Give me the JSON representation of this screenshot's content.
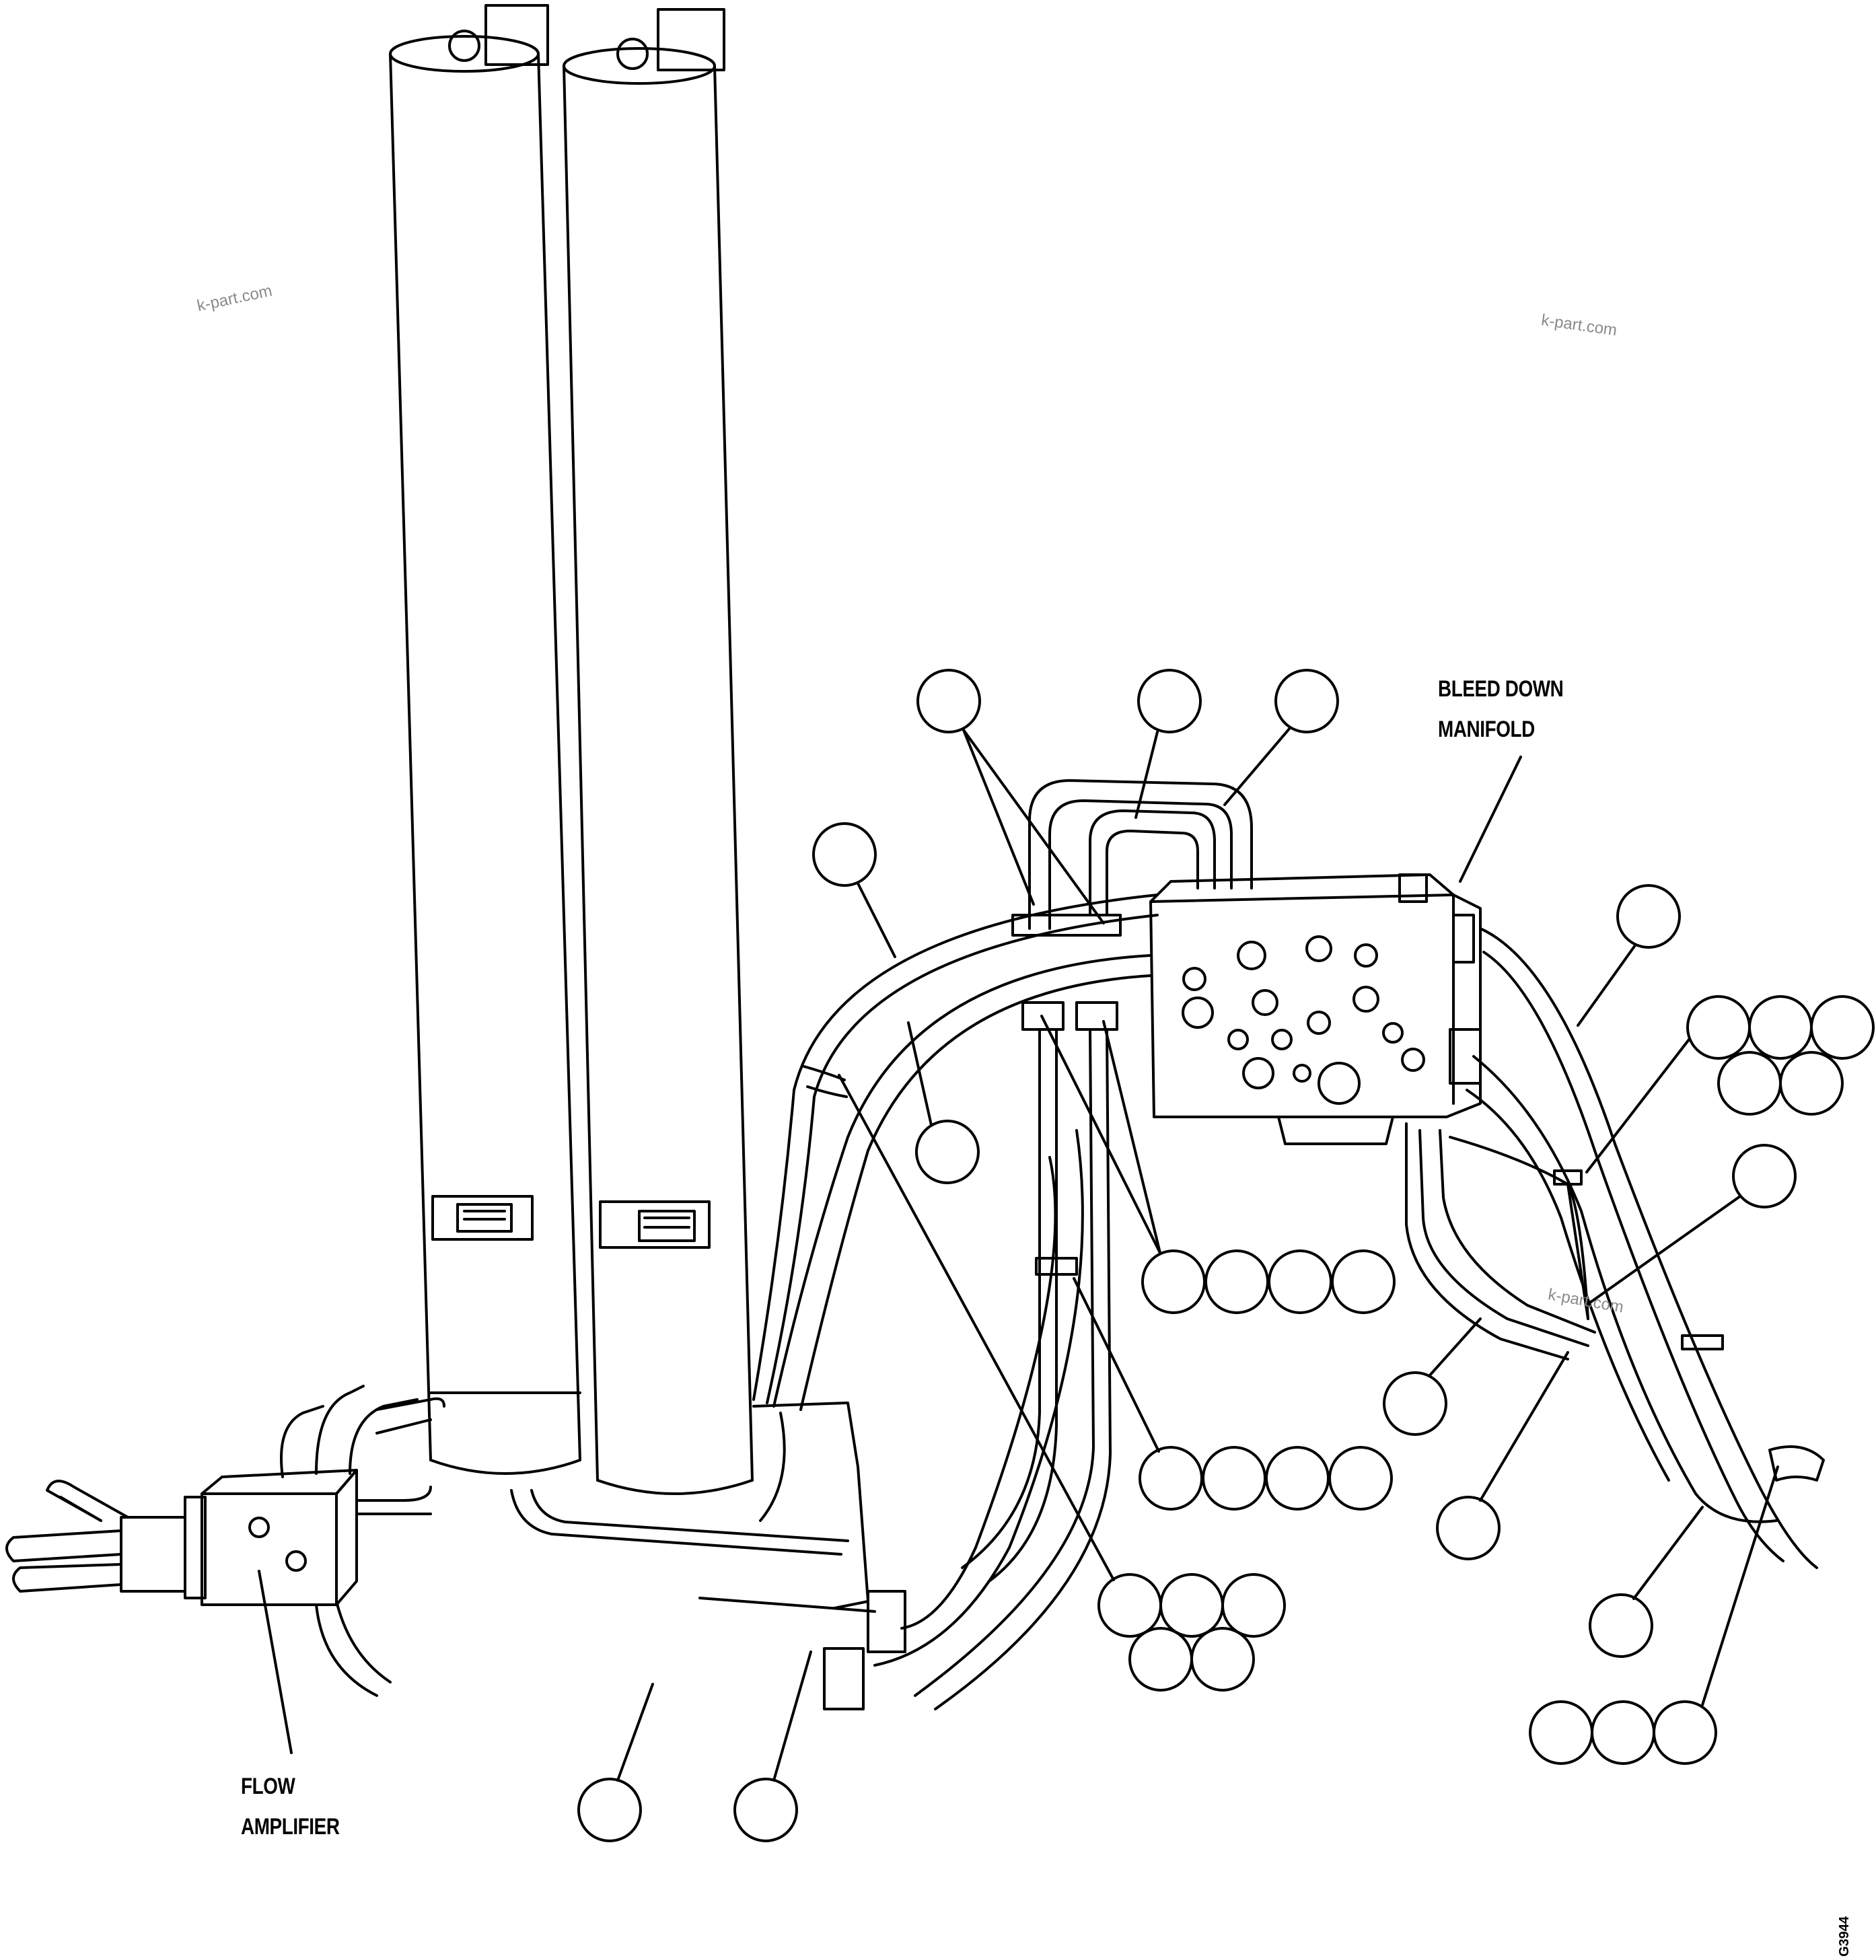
{
  "labels": {
    "bleed_down_line1": "BLEED DOWN",
    "bleed_down_line2": "MANIFOLD",
    "flow_amp_line1": "FLOW",
    "flow_amp_line2": "AMPLIFIER"
  },
  "watermark": "k-part.com",
  "figure_number": "G3944",
  "colors": {
    "line": "#000000",
    "background": "#ffffff",
    "watermark": "#8a8a8a"
  }
}
